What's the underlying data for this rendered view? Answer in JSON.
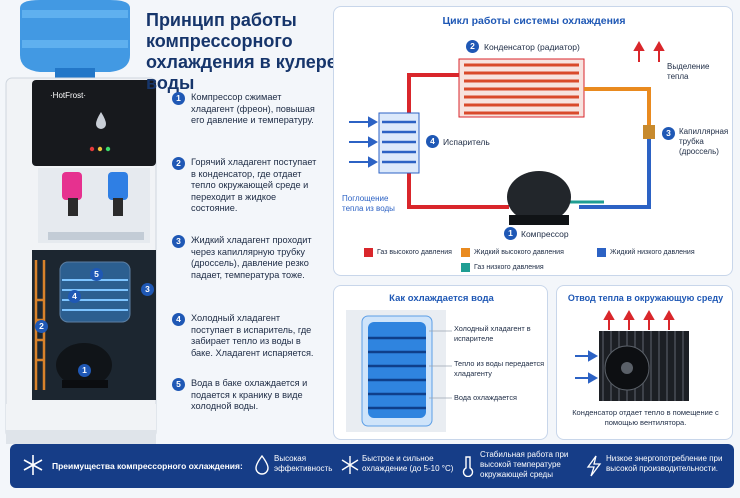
{
  "title": "Принцип работы компрессорного охлаждения в кулере для воды",
  "brand": "·HotFrost·",
  "steps": [
    {
      "num": "1",
      "text": "Компрессор сжимает хладагент (фреон), повышая его давление и температуру."
    },
    {
      "num": "2",
      "text": "Горячий хладагент поступает в конденсатор, где отдает тепло окружающей среде и переходит в жидкое состояние."
    },
    {
      "num": "3",
      "text": "Жидкий хладагент проходит через капиллярную трубку (дроссель), давление резко падает, температура тоже."
    },
    {
      "num": "4",
      "text": "Холодный хладагент поступает в испаритель, где забирает тепло из воды в баке. Хладагент испаряется."
    },
    {
      "num": "5",
      "text": "Вода в баке охлаждается и подается к кранику в виде холодной воды."
    }
  ],
  "cycle": {
    "title": "Цикл работы системы охлаждения",
    "condenser": "Конденсатор (радиатор)",
    "heat_release": "Выделение тепла",
    "capillary": "Капиллярная трубка (дроссель)",
    "evaporator": "Испаритель",
    "absorption": "Поглощение тепла из воды",
    "compressor": "Компрессор",
    "badges": {
      "condenser": "2",
      "capillary": "3",
      "evaporator": "4",
      "compressor": "1"
    },
    "legend": [
      {
        "label": "Газ высокого давления",
        "color": "#d9262b"
      },
      {
        "label": "Жидкий высокого давления",
        "color": "#e98a1f"
      },
      {
        "label": "Жидкий низкого давления",
        "color": "#2c62c4"
      },
      {
        "label": "Газ низкого давления",
        "color": "#1f9e93"
      }
    ]
  },
  "cooler_badges": [
    "5",
    "4",
    "3",
    "2",
    "1"
  ],
  "water": {
    "title": "Как охлаждается вода",
    "cold_refrigerant": "Холодный хладагент в испарителе",
    "heat_transfer": "Тепло из воды передается хладагенту",
    "water_cooled": "Вода охлаждается"
  },
  "heat": {
    "title": "Отвод тепла в окружающую среду",
    "caption": "Конденсатор отдает тепло в помещение с помощью вентилятора."
  },
  "advantages": {
    "heading": "Преимущества компрессорного охлаждения:",
    "items": [
      {
        "text": "Высокая эффективность",
        "icon": "drop-icon"
      },
      {
        "text": "Быстрое и сильное охлаждение (до 5-10 °C)",
        "icon": "snowflake-icon"
      },
      {
        "text": "Стабильная работа при высокой температуре окружающей среды",
        "icon": "thermometer-icon"
      },
      {
        "text": "Низкое энергопотребление при высокой производительности.",
        "icon": "lightning-icon"
      }
    ]
  }
}
